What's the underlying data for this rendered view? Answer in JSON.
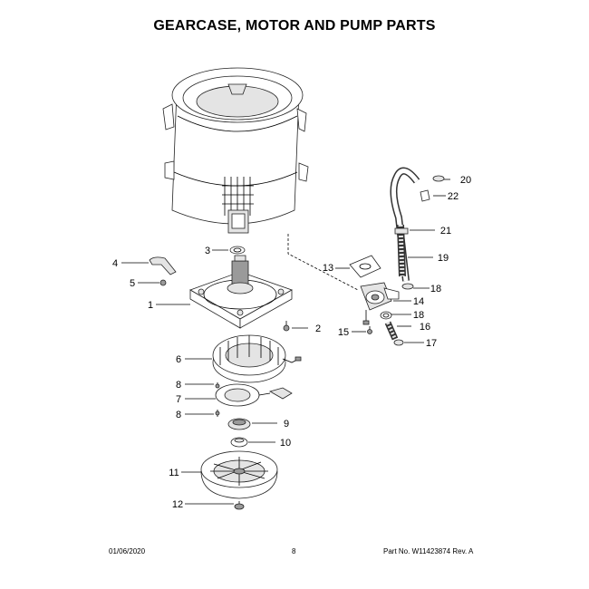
{
  "header": {
    "title": "GEARCASE, MOTOR AND PUMP PARTS"
  },
  "callouts": [
    {
      "id": "c20",
      "label": "20"
    },
    {
      "id": "c22",
      "label": "22"
    },
    {
      "id": "c21",
      "label": "21"
    },
    {
      "id": "c19",
      "label": "19"
    },
    {
      "id": "c18a",
      "label": "18"
    },
    {
      "id": "c14",
      "label": "14"
    },
    {
      "id": "c18b",
      "label": "18"
    },
    {
      "id": "c16",
      "label": "16"
    },
    {
      "id": "c17",
      "label": "17"
    },
    {
      "id": "c13",
      "label": "13"
    },
    {
      "id": "c15",
      "label": "15"
    },
    {
      "id": "c3",
      "label": "3"
    },
    {
      "id": "c4",
      "label": "4"
    },
    {
      "id": "c5",
      "label": "5"
    },
    {
      "id": "c1",
      "label": "1"
    },
    {
      "id": "c2",
      "label": "2"
    },
    {
      "id": "c6",
      "label": "6"
    },
    {
      "id": "c8a",
      "label": "8"
    },
    {
      "id": "c7",
      "label": "7"
    },
    {
      "id": "c8b",
      "label": "8"
    },
    {
      "id": "c9",
      "label": "9"
    },
    {
      "id": "c10",
      "label": "10"
    },
    {
      "id": "c11",
      "label": "11"
    },
    {
      "id": "c12",
      "label": "12"
    }
  ],
  "footer": {
    "date": "01/06/2020",
    "page": "8",
    "part_number": "Part No. W11423874  Rev. A"
  }
}
